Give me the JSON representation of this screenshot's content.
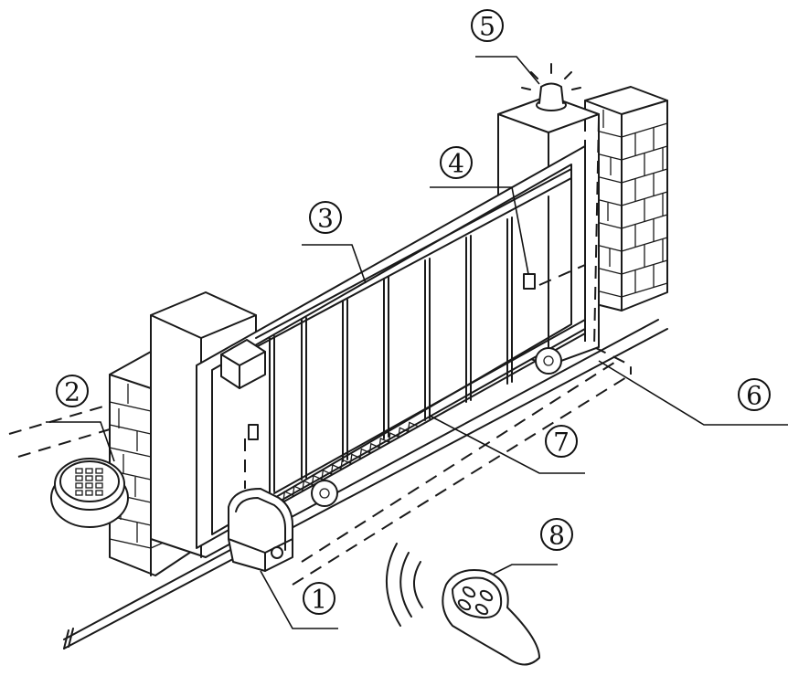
{
  "callouts": [
    {
      "id": "1",
      "label": "①"
    },
    {
      "id": "2",
      "label": "②"
    },
    {
      "id": "3",
      "label": "③"
    },
    {
      "id": "4",
      "label": "④"
    },
    {
      "id": "5",
      "label": "⑤"
    },
    {
      "id": "6",
      "label": "⑥"
    },
    {
      "id": "7",
      "label": "⑦"
    },
    {
      "id": "8",
      "label": "⑧"
    }
  ]
}
